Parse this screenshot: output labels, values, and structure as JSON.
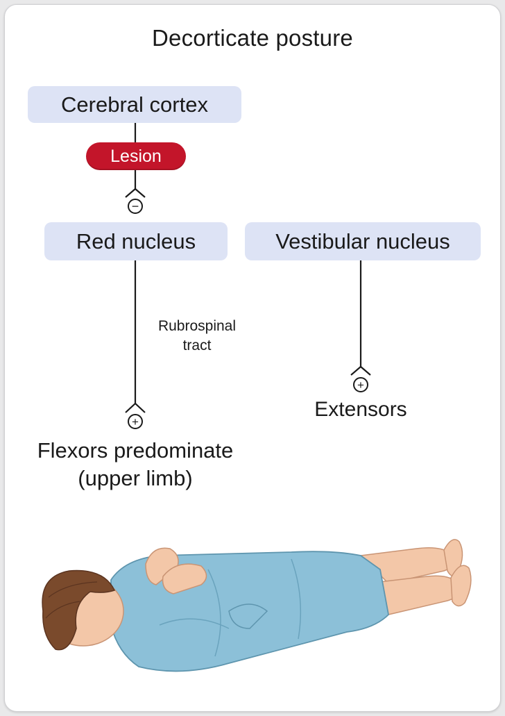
{
  "title": "Decorticate posture",
  "nodes": {
    "cerebral_cortex": "Cerebral cortex",
    "lesion": "Lesion",
    "red_nucleus": "Red nucleus",
    "vestibular_nucleus": "Vestibular nucleus"
  },
  "edge_labels": {
    "rubrospinal_line1": "Rubrospinal",
    "rubrospinal_line2": "tract"
  },
  "targets": {
    "flexors_line1": "Flexors predominate",
    "flexors_line2": "(upper limb)",
    "extensors": "Extensors"
  },
  "signs": {
    "inhibitory": "−",
    "excitatory": "+"
  },
  "colors": {
    "node_fill": "#dde3f5",
    "lesion_fill": "#c3152a",
    "gown": "#8cc0d8",
    "skin": "#f3c7a8",
    "hair": "#7a4a2c"
  }
}
